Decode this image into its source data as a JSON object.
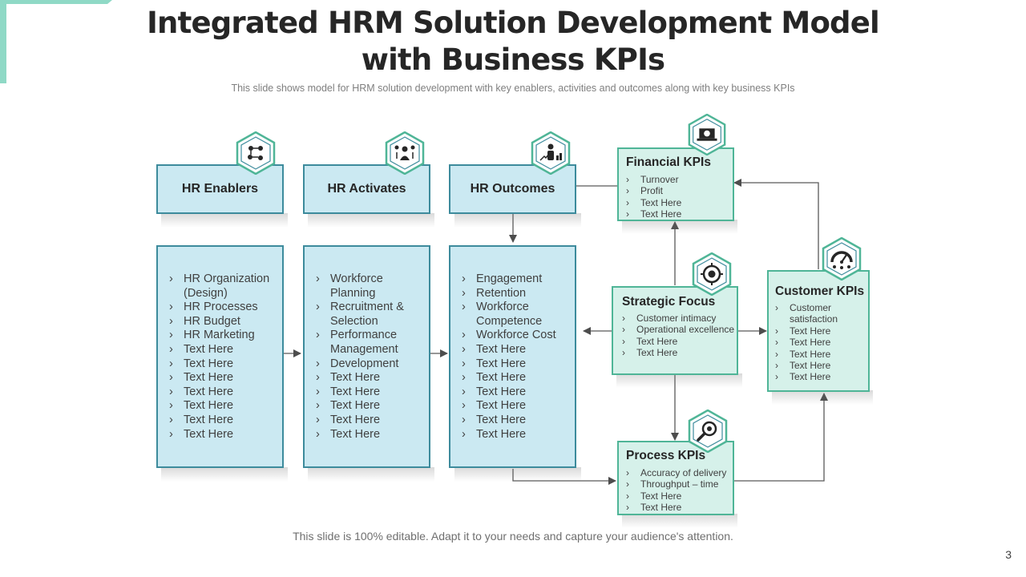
{
  "slide": {
    "title": "Integrated HRM Solution Development Model with Business KPIs",
    "subtitle": "This slide shows model for HRM solution development  with key enablers, activities and outcomes along with key business KPIs",
    "footer": "This slide is 100% editable. Adapt it to your needs and capture your audience's attention.",
    "page_number": "3"
  },
  "colors": {
    "header_fill": "#cbe9f2",
    "header_border": "#3d8b9c",
    "kpi_fill": "#d6f1ea",
    "kpi_border": "#4fb597",
    "accent": "#8fd9c6"
  },
  "columns": [
    {
      "header": "HR Enablers",
      "icon": "people-network-icon",
      "items": [
        "HR Organization (Design)",
        "HR Processes",
        "HR Budget",
        "HR Marketing",
        "Text Here",
        "Text Here",
        "Text Here",
        "Text Here",
        "Text Here",
        "Text Here",
        "Text Here"
      ]
    },
    {
      "header": "HR Activates",
      "icon": "team-activities-icon",
      "items": [
        "Workforce Planning",
        "Recruitment & Selection",
        "Performance Management",
        "Development",
        "Text Here",
        "Text Here",
        "Text Here",
        "Text Here",
        "Text Here"
      ]
    },
    {
      "header": "HR Outcomes",
      "icon": "growth-person-icon",
      "items": [
        "Engagement",
        "Retention",
        "Workforce Competence",
        "Workforce Cost",
        "Text Here",
        "Text Here",
        "Text Here",
        "Text Here",
        "Text Here",
        "Text Here",
        "Text Here"
      ]
    }
  ],
  "kpis": {
    "financial": {
      "title": "Financial KPIs",
      "icon": "laptop-dollar-icon",
      "items": [
        "Turnover",
        "Profit",
        "Text Here",
        "Text Here"
      ]
    },
    "strategic": {
      "title": "Strategic Focus",
      "icon": "target-icon",
      "items": [
        "Customer intimacy",
        "Operational excellence",
        "Text Here",
        "Text Here"
      ]
    },
    "customer": {
      "title": "Customer KPIs",
      "icon": "satisfaction-gauge-icon",
      "items": [
        "Customer satisfaction",
        "Text Here",
        "Text Here",
        "Text Here",
        "Text Here",
        "Text Here"
      ]
    },
    "process": {
      "title": "Process KPIs",
      "icon": "magnifier-gear-icon",
      "items": [
        "Accuracy of delivery",
        "Throughput – time",
        "Text Here",
        "Text Here"
      ]
    }
  }
}
